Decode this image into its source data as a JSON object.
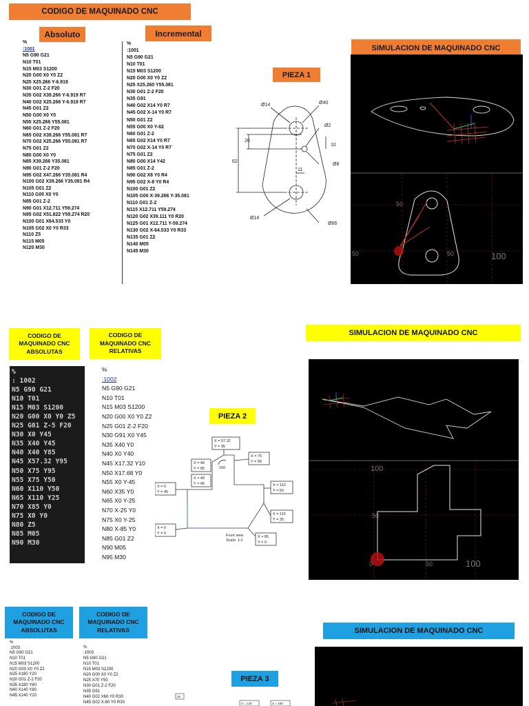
{
  "section1": {
    "title": "CODIGO DE MAQUINADO CNC",
    "abs_label": "Absoluto",
    "inc_label": "Incremental",
    "sim_label": "SIMULACION DE MAQUINADO CNC",
    "pieza_label": "PIEZA 1",
    "abs_code": [
      "%",
      ":1001",
      "N5 G90 G21",
      "N10 T01",
      "N15 M03 S1200",
      "N20 G00 X0 Y0 Z2",
      "N25 X25.266 Y-6.919",
      "N30 G01 Z-2 F20",
      "N35 G02 X39.266 Y-6.919 R7",
      "N40 G02 X25.266 Y-6.919 R7",
      "N45 G01 Z2",
      "N50 G00 X0 Y0",
      "N55 X25.266 Y55.081",
      "N60 G01 Z-2 F20",
      "N65 G02 X39.266 Y55.081 R7",
      "N70 G02 X25.266 Y55.081 R7",
      "N75 G01 Z2",
      "N80 G00 X0 Y0",
      "N85 X39.266 Y35.081",
      "N90 G01 Z-2 F20",
      "N95 G02 X47.266 Y35.081 R4",
      "N100 G02 X39.266 Y35.081 R4",
      "N105 G01 Z2",
      "N110 G00 X0 Y0",
      "N85 G01 Z-2",
      "N90 G01 X12.711 Y59.274",
      "N95 G02 X51.822 Y59.274 R20",
      "N100 G01 X64.533 Y0",
      "N105 G02 X0 Y0 R33",
      "N110 Z5",
      "N115 M05",
      "N120 M30"
    ],
    "inc_code": [
      "%",
      ":1001",
      "N5 G90 G21",
      "N10 T01",
      "N15 M03 S1200",
      "N20 G00 X0 Y0 Z2",
      "N25 X25.260 Y55.081",
      "N30 G01 Z-2 F20",
      "N35 G91",
      "N40 G02 X14 Y0 R7",
      "N45 G02 X-14 Y0 R7",
      "N50 G01 Z2",
      "N55 G00 X0 Y-62",
      "N60 G01 Z-2",
      "N65 G02 X14 Y0 R7",
      "N70 G02 X-14 Y0 R7",
      "N75 G01 Z2",
      "N80 G00 X14 Y42",
      "N85 G01 Z-2",
      "N90 G02 X8 Y0 R4",
      "N95 G02 X-8 Y0 R4",
      "N100 G01 Z2",
      "N105 G00 X-39.266 Y-35.081",
      "N110 G01 Z-2",
      "N115 X12.711 Y59.274",
      "N120 G02 X39.111 Y0 R20",
      "N125 G01 X12.711 Y-59.274",
      "N130 G02 X-64.533 Y0 R33",
      "N135 G01 Z2",
      "N140 M05",
      "N145 M30"
    ],
    "drawing": {
      "d14a": "Ø14",
      "d40": "Ø40",
      "d2": "Ø2",
      "d20": "20",
      "d10": "10",
      "d62": "62",
      "d11": "11",
      "d8": "Ø8",
      "d14b": "Ø14",
      "d66": "Ø66"
    },
    "sim_axis": {
      "a50": "50",
      "b50": "50",
      "c50": "50",
      "a100": "100"
    }
  },
  "section2": {
    "abs_label": "CODIGO DE MAQUINADO CNC ABSOLUTAS",
    "rel_label": "CODIGO DE MAQUINADO CNC RELATIVAS",
    "sim_label": "SIMULACION DE MAQUINADO CNC",
    "pieza_label": "PIEZA 2",
    "abs_code": [
      "%",
      ": 1002",
      "N5 G90 G21",
      "N10 T01",
      "N15 M03 S1200",
      "N20 G00 X0 Y0 Z5",
      "N25 G01 Z-5 F20",
      "N30 X0 Y45",
      "N35 X40 Y45",
      "N40 X40 Y85",
      "N45 X57.32 Y95",
      "N50 X75 Y95",
      "N55 X75 Y50",
      "N60 X110 Y50",
      "N65 X110 Y25",
      "N70 X85 Y0",
      "N75 X0 Y0",
      "N80 Z5",
      "N85 M05",
      "N90 M30"
    ],
    "rel_code": [
      "%",
      ":1002",
      "N5 G90 G21",
      "N10 T01",
      "N15 M03 S1200",
      "N20 G00 X0 Y0 Z2",
      "N25 G01 Z-2 F20",
      "N30 G91 X0 Y45",
      "N35 X40 Y0",
      "N40 X0 Y40",
      "N45 X17.32 Y10",
      "N50 X17.68 Y0",
      "N55 X0 Y-45",
      "N60 X35 Y0",
      "N65 X0 Y-25",
      "N70 X-25 Y0",
      "N75 X0 Y-25",
      "N80 X-85 Y0",
      "N85 G01 Z2",
      "N90 M05",
      "N95 M30"
    ],
    "drawing": {
      "p1x": "X = 57.32",
      "p1y": "Y = 95",
      "p2x": "X = 40",
      "p2y": "Y = 85",
      "p3x": "X = 75",
      "p3y": "Y = 95",
      "p4x": "X = 40",
      "p4y": "Y = 45",
      "p5x": "X = 0",
      "p5y": "Y = 45",
      "p6x": "X = 110",
      "p6y": "Y = 50",
      "p7x": "X = 110",
      "p7y": "Y = 25",
      "p8x": "X = 0",
      "p8y": "Y = 0",
      "p9x": "X = 85",
      "p9y": "Y = 0",
      "ang": "150",
      "view": "Front view",
      "scale": "Scale:  1:1"
    },
    "sim_axis": {
      "a100": "100",
      "b50": "50",
      "c50": "50",
      "d0": "0",
      "e100": "100"
    }
  },
  "section3": {
    "abs_label": "CODIGO DE MAQUINADO CNC ABSOLUTAS",
    "rel_label": "CODIGO DE MAQUINADO CNC RELATIVAS",
    "sim_label": "SIMULACION DE MAQUINADO CNC",
    "pieza_label": "PIEZA 3",
    "abs_code": [
      "%",
      ":1003",
      "N5 G90 G21",
      "N10 T01",
      "N15 M03 S1200",
      "N20 G00 X0 Y0 Z2",
      "N25 X180 Y20",
      "N30 G01 Z-2 F20",
      "N35 X180 Y80",
      "N40 X140 Y80",
      "N45 X140 Y20"
    ],
    "rel_code": [
      "%",
      ":1003",
      "N5 G90 G21",
      "N10 T01",
      "N15 M03 S1200",
      "N20 G00 X0 Y0 Z2",
      "N25 X70 Y50",
      "N30 G01 Z-2 F20",
      "N35 G91",
      "N40 G02 X60 Y0 R30",
      "N45 G02 X-60 Y0 R30"
    ],
    "drawing": {
      "tag1": "X = 140",
      "tag2": "X = 180",
      "tag3": "20"
    }
  }
}
